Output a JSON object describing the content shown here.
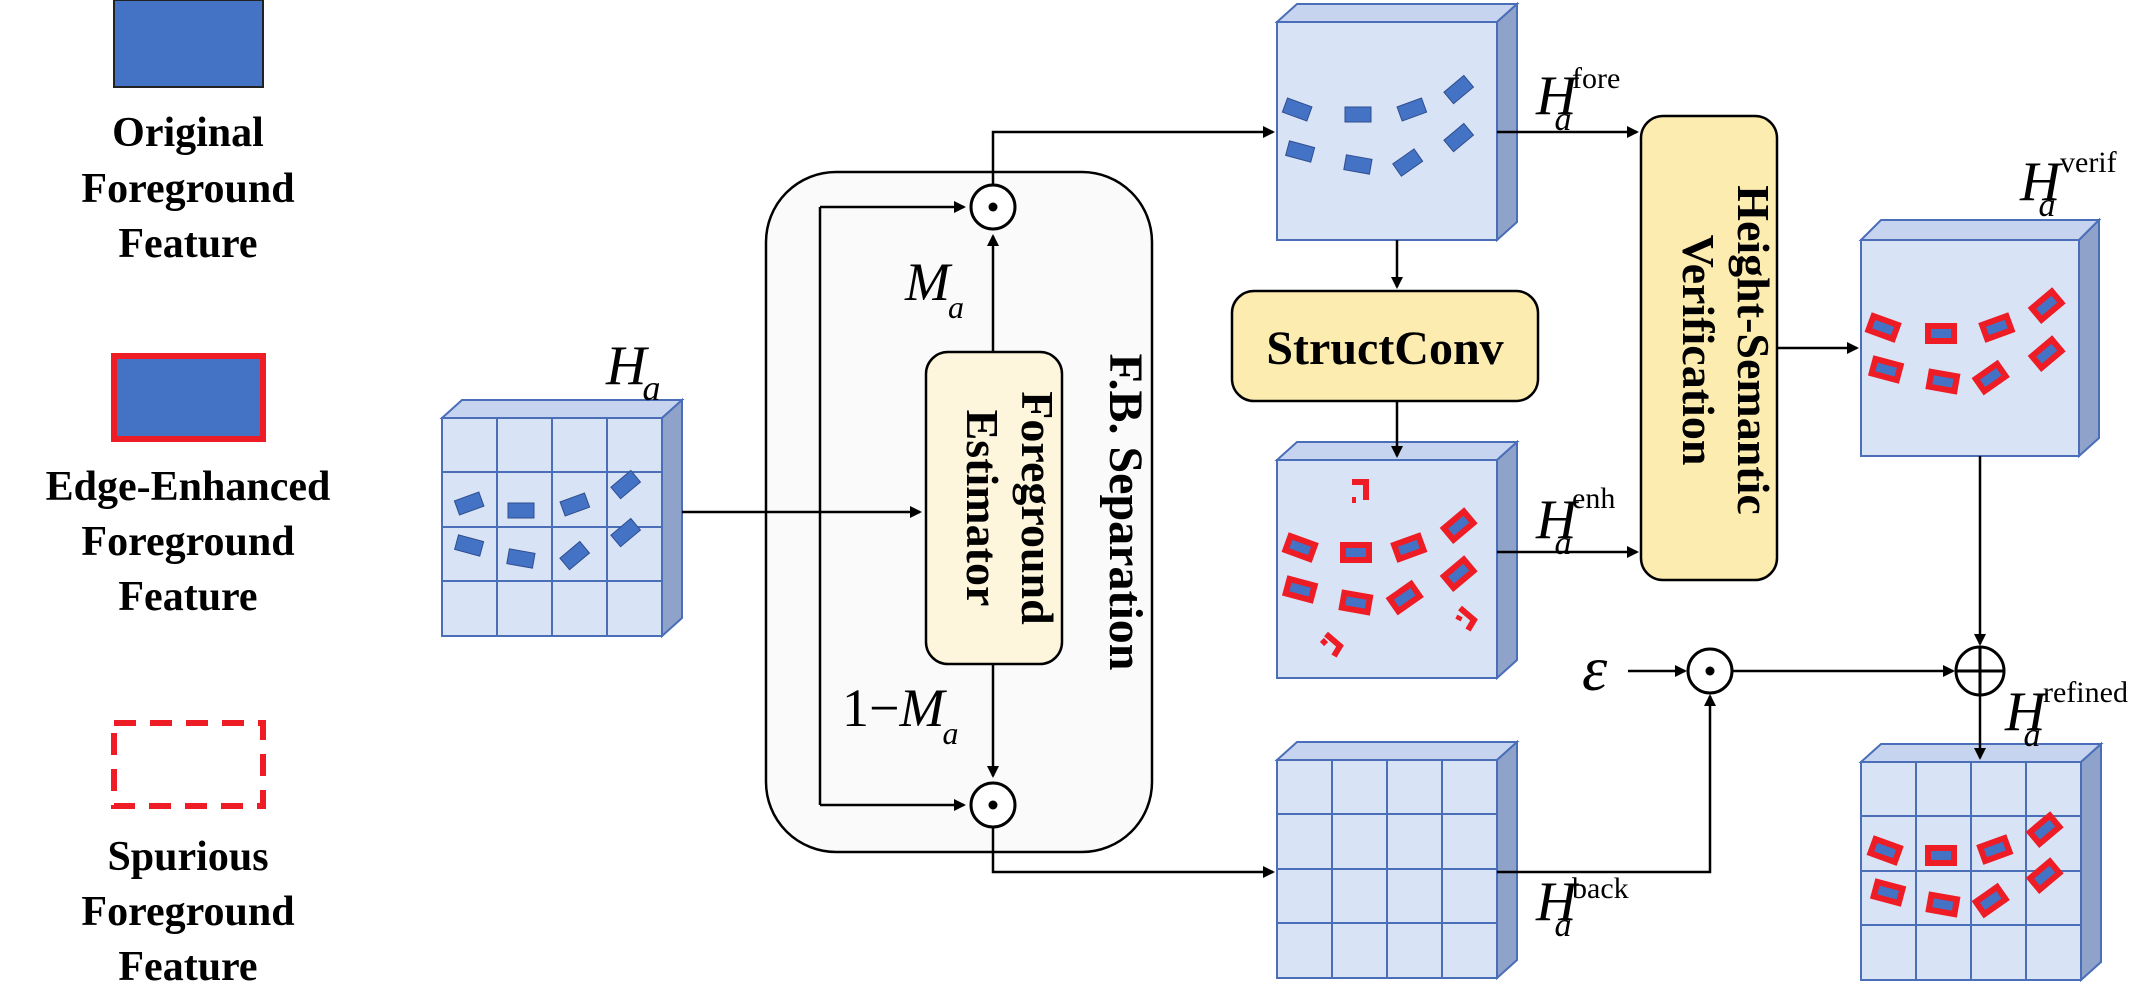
{
  "legend": {
    "original_label": [
      "Original",
      "Foreground",
      "Feature"
    ],
    "edge_label": [
      "Edge-Enhanced",
      "Foreground",
      "Feature"
    ],
    "spurious_label": [
      "Spurious",
      "Foreground",
      "Feature"
    ]
  },
  "blocks": {
    "fb_separation": "F.B. Separation",
    "fg_estimator_line1": "Foreground",
    "fg_estimator_line2": "Estimator",
    "structconv": "StructConv",
    "hsv_line1": "Height-Semantic",
    "hsv_line2": "Verification"
  },
  "symbols": {
    "H": "H",
    "a": "a",
    "M": "M",
    "one_minus": "1−",
    "epsilon": "ε",
    "odot": "⊙",
    "oplus": "⊕",
    "sup_fore": "fore",
    "sup_enh": "enh",
    "sup_back": "back",
    "sup_verif": "verif",
    "sup_refined": "refined"
  },
  "colors": {
    "feature_fill": "#4472c4",
    "edge_stroke": "#ee1c24",
    "cube_face": "#d9e3f6",
    "block_fill": "#fdecb0",
    "container_fill": "#fafafa"
  }
}
